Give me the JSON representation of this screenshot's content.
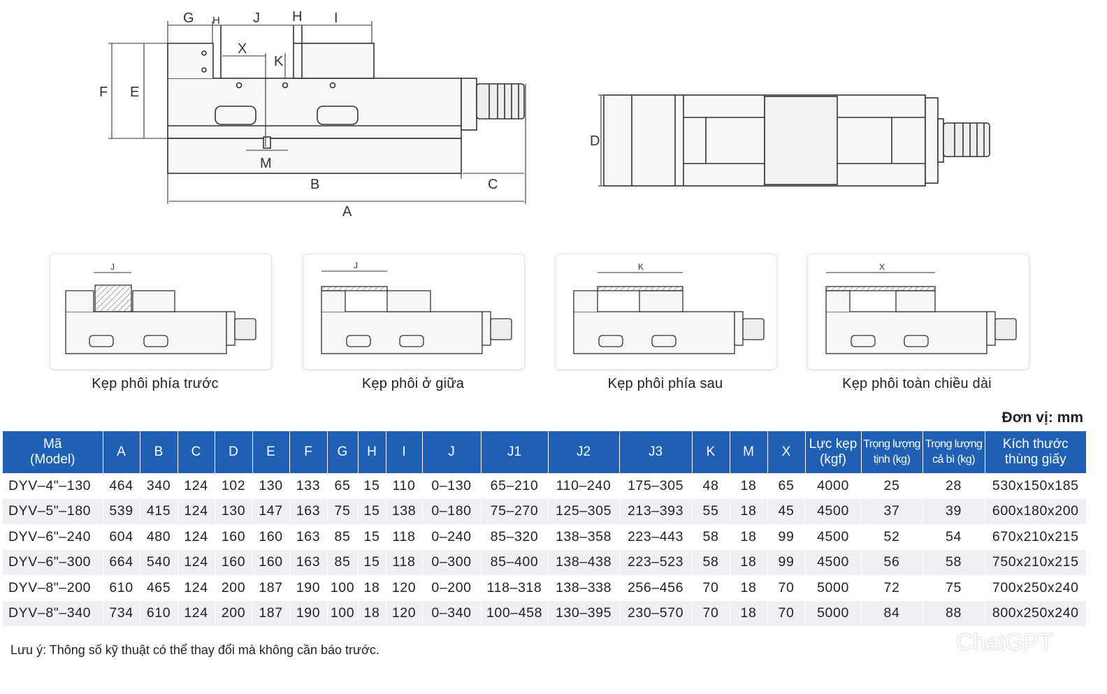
{
  "side_view": {
    "labels": {
      "G": "G",
      "H1": "H",
      "J": "J",
      "H2": "H",
      "I": "I",
      "X": "X",
      "K": "K",
      "F": "F",
      "E": "E",
      "M": "M",
      "B": "B",
      "C": "C",
      "A": "A"
    }
  },
  "top_view": {
    "labels": {
      "D": "D"
    }
  },
  "panels": [
    {
      "caption": "Kẹp phôi phía trước",
      "dim": "J"
    },
    {
      "caption": "Kẹp phôi ở giữa",
      "dim": "J"
    },
    {
      "caption": "Kẹp phôi phía sau",
      "dim": "K"
    },
    {
      "caption": "Kẹp phôi toàn chiều dài",
      "dim": "X"
    }
  ],
  "unit_label": "Đơn vị: mm",
  "table": {
    "headers": [
      {
        "l1": "Mã",
        "l2": "(Model)"
      },
      {
        "l1": "A",
        "l2": ""
      },
      {
        "l1": "B",
        "l2": ""
      },
      {
        "l1": "C",
        "l2": ""
      },
      {
        "l1": "D",
        "l2": ""
      },
      {
        "l1": "E",
        "l2": ""
      },
      {
        "l1": "F",
        "l2": ""
      },
      {
        "l1": "G",
        "l2": ""
      },
      {
        "l1": "H",
        "l2": ""
      },
      {
        "l1": "I",
        "l2": ""
      },
      {
        "l1": "J",
        "l2": ""
      },
      {
        "l1": "J1",
        "l2": ""
      },
      {
        "l1": "J2",
        "l2": ""
      },
      {
        "l1": "J3",
        "l2": ""
      },
      {
        "l1": "K",
        "l2": ""
      },
      {
        "l1": "M",
        "l2": ""
      },
      {
        "l1": "X",
        "l2": ""
      },
      {
        "l1": "Lực kẹp",
        "l2": "(kgf)"
      },
      {
        "l1": "Trọng lượng",
        "l2": "tịnh (kg)"
      },
      {
        "l1": "Trọng lượng",
        "l2": "cả bì (kg)"
      },
      {
        "l1": "Kích thước",
        "l2": "thùng giấy"
      }
    ],
    "rows": [
      [
        "DYV–4\"–130",
        "464",
        "340",
        "124",
        "102",
        "130",
        "133",
        "65",
        "15",
        "110",
        "0–130",
        "65–210",
        "110–240",
        "175–305",
        "48",
        "18",
        "65",
        "4000",
        "25",
        "28",
        "530x150x185"
      ],
      [
        "DYV–5\"–180",
        "539",
        "415",
        "124",
        "130",
        "147",
        "163",
        "75",
        "15",
        "138",
        "0–180",
        "75–270",
        "125–305",
        "213–393",
        "55",
        "18",
        "45",
        "4500",
        "37",
        "39",
        "600x180x200"
      ],
      [
        "DYV–6\"–240",
        "604",
        "480",
        "124",
        "160",
        "160",
        "163",
        "85",
        "15",
        "118",
        "0–240",
        "85–320",
        "138–358",
        "223–443",
        "58",
        "18",
        "99",
        "4500",
        "52",
        "54",
        "670x210x215"
      ],
      [
        "DYV–6\"–300",
        "664",
        "540",
        "124",
        "160",
        "160",
        "163",
        "85",
        "15",
        "118",
        "0–300",
        "85–400",
        "138–438",
        "223–523",
        "58",
        "18",
        "99",
        "4500",
        "56",
        "58",
        "750x210x215"
      ],
      [
        "DYV–8\"–200",
        "610",
        "465",
        "124",
        "200",
        "187",
        "190",
        "100",
        "18",
        "120",
        "0–200",
        "118–318",
        "138–338",
        "256–456",
        "70",
        "18",
        "70",
        "5000",
        "72",
        "75",
        "700x250x240"
      ],
      [
        "DYV–8\"–340",
        "734",
        "610",
        "124",
        "200",
        "187",
        "190",
        "100",
        "18",
        "120",
        "0–340",
        "100–458",
        "130–395",
        "230–570",
        "70",
        "18",
        "70",
        "5000",
        "84",
        "88",
        "800x250x240"
      ]
    ]
  },
  "note": "Lưu ý: Thông số kỹ thuật có thể thay đổi mà không cần báo trước.",
  "watermark": "ChatGPT"
}
